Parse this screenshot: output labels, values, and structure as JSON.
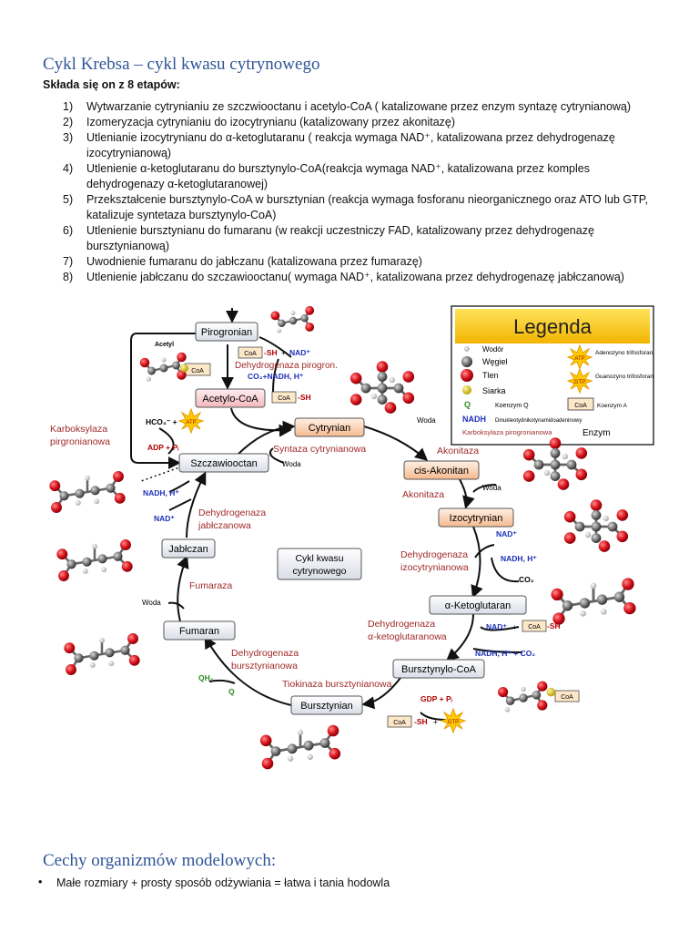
{
  "title": "Cykl Krebsa – cykl kwasu cytrynowego",
  "intro": "Składa się on z 8 etapów:",
  "steps": [
    {
      "num": "1)",
      "text": "Wytwarzanie cytrynianiu ze szczwiooctanu i acetylo-CoA ( katalizowane przez enzym syntazę cytrynianową)"
    },
    {
      "num": "2)",
      "text": "Izomeryzacja cytrynianiu do izocytrynianu (katalizowany przez akonitazę)"
    },
    {
      "num": "3)",
      "text": "Utlenianie izocytrynianu do α-ketoglutaranu ( reakcja wymaga NAD⁺, katalizowana przez dehydrogenazę izocytrynianową)"
    },
    {
      "num": "4)",
      "text": "Utlenienie α-ketoglutaranu do bursztynylo-CoA(reakcja wymaga NAD⁺, katalizowana przez komples dehydrogenazy  α-ketoglutaranowej)"
    },
    {
      "num": "5)",
      "text": "Przekształcenie bursztynylo-CoA w bursztynian (reakcja wymaga fosforanu nieorganicznego oraz ATO lub GTP, katalizuje syntetaza bursztynylo-CoA)"
    },
    {
      "num": "6)",
      "text": "Utlenienie bursztynianu do fumaranu (w reakcji uczestniczy FAD, katalizowany przez dehydrogenazę bursztynianową)"
    },
    {
      "num": "7)",
      "text": "Uwodnienie fumaranu do jabłczanu (katalizowana przez fumarazę)"
    },
    {
      "num": "8)",
      "text": "Utlenienie jabłczanu do szczawiooctanu( wymaga NAD⁺, katalizowana przez dehydrogenazę jabłczanową)"
    }
  ],
  "diagram": {
    "legend": {
      "title": "Legenda",
      "wodor": "Wodór",
      "wegiel": "Węgiel",
      "tlen": "Tlen",
      "siarka": "Siarka",
      "q_sym": "Q",
      "q_label": "Koenzym Q",
      "nadh_sym": "NADH",
      "nadh_label": "Dinukleotydnikotynamidoadeninowy",
      "enzyme_sample": "Karboksylaza pirogronianowa",
      "enzyme_label": "Enzym",
      "atp_label": "Adenozyno trifosforan",
      "gtp_label": "Guanozyno trifosforan",
      "coa_label": "Koenzym A",
      "atp": "ATP",
      "gtp": "GTP",
      "coa": "CoA"
    },
    "center": [
      "Cykl kwasu",
      "cytrynowego"
    ],
    "nodes": {
      "pirogronian": "Pirogronian",
      "acetylo_coa": "Acetylo-CoA",
      "cytrynian": "Cytrynian",
      "cis_akonitan": "cis-Akonitan",
      "izocytrynian": "Izocytrynian",
      "ketoglutaran": "α-Ketoglutaran",
      "bursztynylo_coa": "Bursztynylo-CoA",
      "bursztynian": "Bursztynian",
      "fumaran": "Fumaran",
      "jablczan": "Jabłczan",
      "szczawiooctan": "Szczawiooctan"
    },
    "enzymes": {
      "dehydrogenaza_pirogron": "Dehydrogenaza pirogron.",
      "karboksylaza_1": "Karboksylaza",
      "karboksylaza_2": "pirgronianowa",
      "syntaza": "Syntaza cytrynianowa",
      "akonitaza_1": "Akonitaza",
      "akonitaza_2": "Akonitaza",
      "dh_izo_1": "Dehydrogenaza",
      "dh_izo_2": "izocytrynianowa",
      "dh_keto_1": "Dehydrogenaza",
      "dh_keto_2": "α-ketoglutaranowa",
      "tiokinaza": "Tiokinaza bursztynianowa",
      "dh_burszt_1": "Dehydrogenaza",
      "dh_burszt_2": "bursztynianowa",
      "fumaraza": "Fumaraza",
      "dh_jabl_1": "Dehydrogenaza",
      "dh_jabl_2": "jabłczanowa"
    },
    "cofactors": {
      "acetyl": "Acetyl",
      "coa": "CoA",
      "sh": "-SH",
      "plus": "+",
      "nad_plus": "NAD⁺",
      "co2_nadh": "CO₂+NADH, H⁺",
      "hco3": "HCO₃⁻ +",
      "atp": "ATP",
      "adp_pi": "ADP + Pᵢ",
      "woda": "Woda",
      "nadh_h": "NADH, H⁺",
      "co2": "CO₂",
      "nadh_h_co2": "NADH, H⁺ + CO₂",
      "gdp_pi": "GDP + Pᵢ",
      "gtp": "GTP",
      "qh2": "QH₂",
      "q": "Q"
    }
  },
  "section2_title": "Cechy organizmów modelowych:",
  "bullet": "Małe rozmiary + prosty sposób odżywiania = łatwa i tania hodowla"
}
